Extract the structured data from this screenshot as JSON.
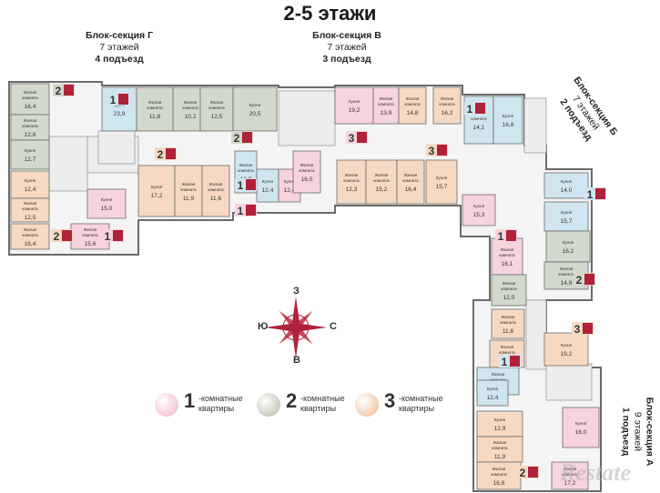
{
  "title": "2-5 этажи",
  "sections": {
    "g": {
      "name": "Блок-секция Г",
      "floors": "7 этажей",
      "entrance": "4 подъезд"
    },
    "v": {
      "name": "Блок-секция В",
      "floors": "7 этажей",
      "entrance": "3 подъезд"
    },
    "b": {
      "name": "Блок-секция Б",
      "floors": "7 этажей",
      "entrance": "2 подъезд"
    },
    "a": {
      "name": "Блок-секция А",
      "floors": "9 этажей",
      "entrance": "1 подъезд"
    }
  },
  "compass": {
    "n": "З",
    "s": "В",
    "w": "Ю",
    "e": "С"
  },
  "legend": [
    {
      "num": "1",
      "line1": "-комнатные",
      "line2": "квартиры",
      "color": "#f3c9d6"
    },
    {
      "num": "2",
      "line1": "-комнатные",
      "line2": "квартиры",
      "color": "#c9cdbf"
    },
    {
      "num": "3",
      "line1": "-комнатные",
      "line2": "квартиры",
      "color": "#f3cdb0"
    }
  ],
  "colors": {
    "one_room": "#f6d3dd",
    "two_room": "#d3d8cc",
    "three_room": "#f6d9c2",
    "blue_room": "#cfe5ef",
    "badge": "#b0213a",
    "wall": "#6b6b6b"
  },
  "rooms": [
    {
      "type": "Жилая комната",
      "area": "16,4",
      "color": "two"
    },
    {
      "type": "Жилая комната",
      "area": "12,8",
      "color": "two"
    },
    {
      "type": "Кухня",
      "area": "12,7",
      "color": "two"
    },
    {
      "type": "Кухня",
      "area": "12,4",
      "color": "three"
    },
    {
      "type": "Жилая комната",
      "area": "12,5",
      "color": "three"
    },
    {
      "type": "Жилая комната",
      "area": "16,4",
      "color": "three"
    },
    {
      "type": "Жилая комната",
      "area": "15,6",
      "color": "one"
    },
    {
      "type": "Кухня",
      "area": "15,0",
      "color": "one"
    },
    {
      "type": "Кухня",
      "area": "23,9",
      "color": "blue"
    },
    {
      "type": "Жилая комната",
      "area": "11,8",
      "color": "two"
    },
    {
      "type": "Жилая комната",
      "area": "10,2",
      "color": "two"
    },
    {
      "type": "Жилая комната",
      "area": "12,5",
      "color": "two"
    },
    {
      "type": "Кухня",
      "area": "20,5",
      "color": "two"
    },
    {
      "type": "Кухня",
      "area": "17,2",
      "color": "three"
    },
    {
      "type": "Жилая комната",
      "area": "11,9",
      "color": "three"
    },
    {
      "type": "Жилая комната",
      "area": "11,6",
      "color": "three"
    },
    {
      "type": "Жилая комната",
      "area": "16,0",
      "color": "blue"
    },
    {
      "type": "Кухня",
      "area": "12,4",
      "color": "blue"
    },
    {
      "type": "Кухня",
      "area": "12,4",
      "color": "one"
    },
    {
      "type": "Жилая комната",
      "area": "16,0",
      "color": "one"
    },
    {
      "type": "Кухня",
      "area": "19,2",
      "color": "one"
    },
    {
      "type": "Жилая комната",
      "area": "13,9",
      "color": "one"
    },
    {
      "type": "Жилая комната",
      "area": "14,8",
      "color": "three"
    },
    {
      "type": "Жилая комната",
      "area": "16,2",
      "color": "three"
    },
    {
      "type": "Жилая комната",
      "area": "12,3",
      "color": "three"
    },
    {
      "type": "Жилая комната",
      "area": "15,2",
      "color": "three"
    },
    {
      "type": "Жилая комната",
      "area": "16,4",
      "color": "three"
    },
    {
      "type": "Кухня",
      "area": "15,7",
      "color": "three"
    },
    {
      "type": "Жилая комната",
      "area": "14,1",
      "color": "blue"
    },
    {
      "type": "Кухня",
      "area": "16,8",
      "color": "blue"
    },
    {
      "type": "Кухня",
      "area": "14,0",
      "color": "blue"
    },
    {
      "type": "Кухня",
      "area": "15,7",
      "color": "blue"
    },
    {
      "type": "Кухня",
      "area": "15,3",
      "color": "one"
    },
    {
      "type": "Жилая комната",
      "area": "16,1",
      "color": "one"
    },
    {
      "type": "Кухня",
      "area": "16,2",
      "color": "two"
    },
    {
      "type": "Жилая комната",
      "area": "14,8",
      "color": "two"
    },
    {
      "type": "Жилая комната",
      "area": "12,0",
      "color": "two"
    },
    {
      "type": "Жилая комната",
      "area": "11,6",
      "color": "three"
    },
    {
      "type": "Жилая комната",
      "area": "12,3",
      "color": "three"
    },
    {
      "type": "Кухня",
      "area": "19,2",
      "color": "three"
    },
    {
      "type": "Жилая комната",
      "area": "16,0",
      "color": "blue"
    },
    {
      "type": "Кухня",
      "area": "12,4",
      "color": "blue"
    },
    {
      "type": "Кухня",
      "area": "12,9",
      "color": "three"
    },
    {
      "type": "Жилая комната",
      "area": "11,9",
      "color": "three"
    },
    {
      "type": "Кухня",
      "area": "16,0",
      "color": "one"
    },
    {
      "type": "Жилая комната",
      "area": "16,8",
      "color": "three"
    },
    {
      "type": "Жилая комната",
      "area": "17,2",
      "color": "one"
    }
  ],
  "badges": [
    {
      "num": "2",
      "color": "two"
    },
    {
      "num": "1",
      "color": "blue"
    },
    {
      "num": "2",
      "color": "three"
    },
    {
      "num": "1",
      "color": "one"
    },
    {
      "num": "2",
      "color": "two"
    },
    {
      "num": "2",
      "color": "three"
    },
    {
      "num": "1",
      "color": "blue"
    },
    {
      "num": "1",
      "color": "one"
    },
    {
      "num": "3",
      "color": "one"
    },
    {
      "num": "3",
      "color": "three"
    },
    {
      "num": "1",
      "color": "blue"
    },
    {
      "num": "1",
      "color": "blue"
    },
    {
      "num": "1",
      "color": "one"
    },
    {
      "num": "2",
      "color": "two"
    },
    {
      "num": "3",
      "color": "three"
    },
    {
      "num": "1",
      "color": "blue"
    },
    {
      "num": "2",
      "color": "three"
    }
  ],
  "watermark": "Restate"
}
